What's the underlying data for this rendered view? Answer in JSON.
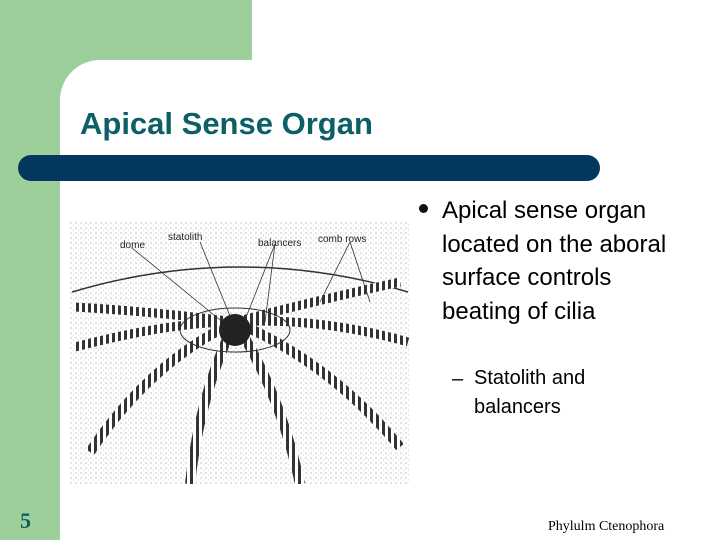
{
  "slide": {
    "title": "Apical Sense Organ",
    "bullet": "Apical sense organ located on the aboral surface controls beating of cilia",
    "sub_bullet_marker": "–",
    "sub_bullet": "Statolith and balancers",
    "slide_number": "5",
    "footer": "Phylulm Ctenophora"
  },
  "figure": {
    "labels": {
      "dome": "dome",
      "statolith": "statolith",
      "balancers": "balancers",
      "comb_rows": "comb rows"
    }
  },
  "colors": {
    "green": "#9ccf9a",
    "title": "#0d5f66",
    "bar": "#04375e"
  }
}
